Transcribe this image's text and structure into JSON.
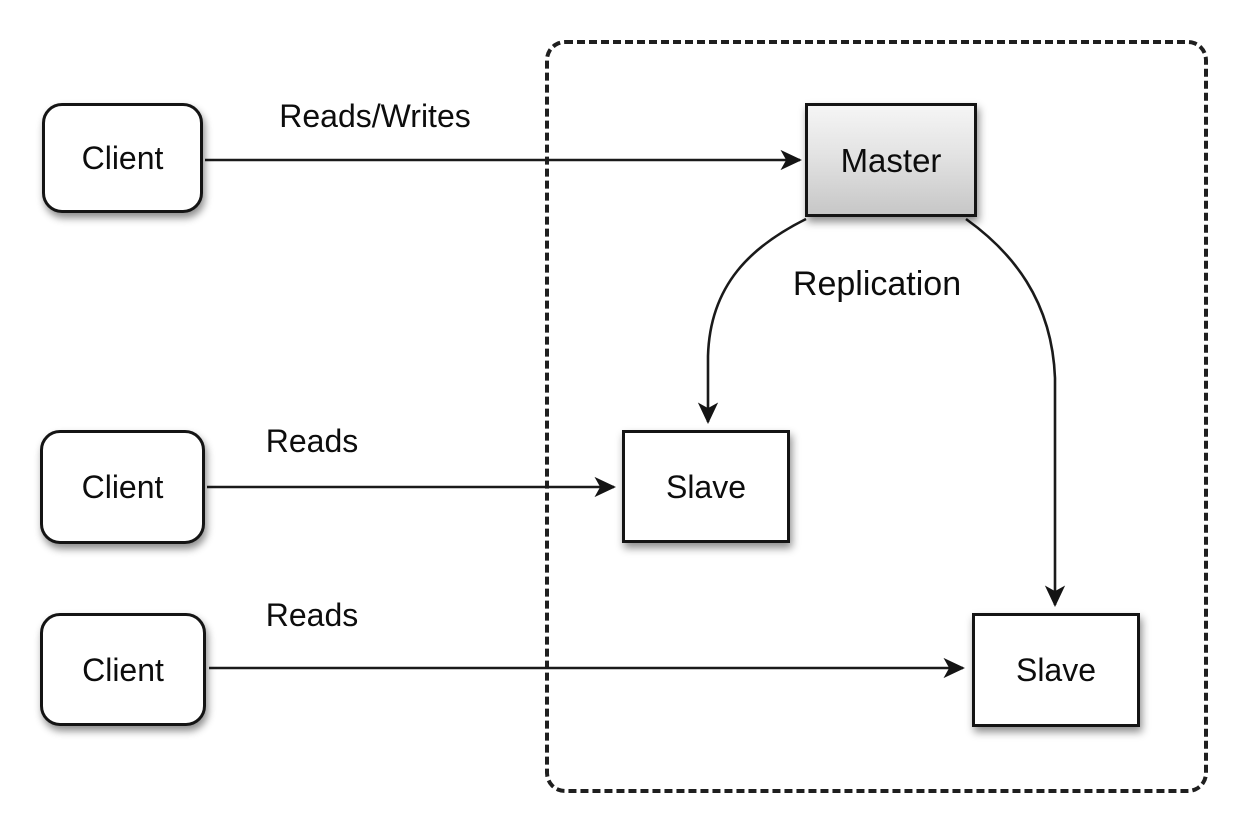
{
  "colors": {
    "background": "#ffffff",
    "stroke": "#1a1a1a",
    "node_fill": "#ffffff",
    "master_gradient_top": "#f5f5f5",
    "master_gradient_bottom": "#c7c7c7",
    "text": "#0d0d0d"
  },
  "nodes": {
    "client1": {
      "label": "Client"
    },
    "client2": {
      "label": "Client"
    },
    "client3": {
      "label": "Client"
    },
    "master": {
      "label": "Master"
    },
    "slave1": {
      "label": "Slave"
    },
    "slave2": {
      "label": "Slave"
    }
  },
  "edges": {
    "client1_to_master": {
      "label": "Reads/Writes"
    },
    "client2_to_slave1": {
      "label": "Reads"
    },
    "client3_to_slave2": {
      "label": "Reads"
    },
    "master_to_slaves": {
      "label": "Replication"
    }
  }
}
